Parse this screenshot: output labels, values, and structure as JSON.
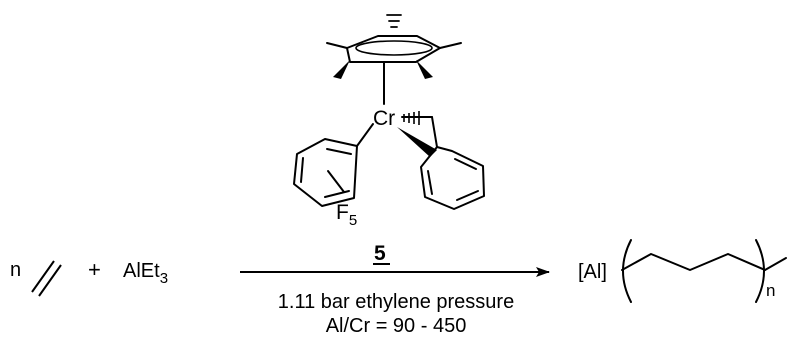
{
  "reactants": {
    "coefficient": "n",
    "plus": "+",
    "cocatalyst_main": "AlEt",
    "cocatalyst_sub": "3"
  },
  "catalyst": {
    "metal": "Cr",
    "substituent_main": "F",
    "substituent_sub": "5",
    "compound_number": "5"
  },
  "conditions": {
    "line1": "1.11 bar ethylene pressure",
    "line2": "Al/Cr = 90 - 450"
  },
  "product": {
    "end_group": "[Al]",
    "repeat_subscript": "n"
  }
}
